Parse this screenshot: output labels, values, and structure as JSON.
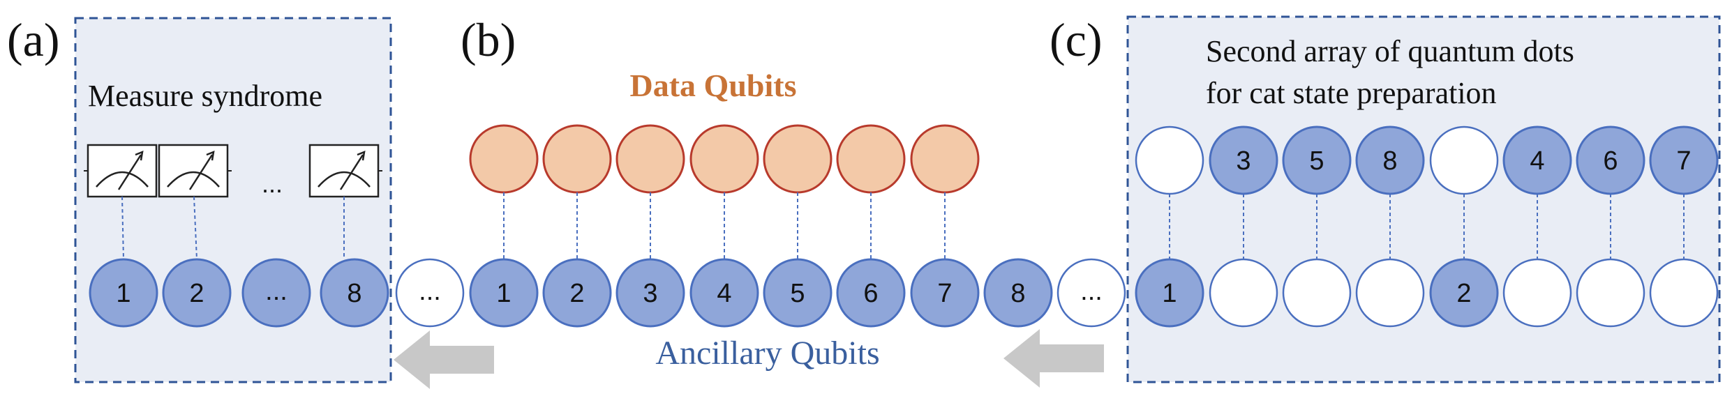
{
  "colors": {
    "panel_fill": "#e9edf5",
    "panel_border": "#2f5496",
    "ancilla_fill": "#8fa6d9",
    "ancilla_stroke": "#4a6fbf",
    "empty_fill": "#ffffff",
    "data_fill": "#f3c9a8",
    "data_stroke": "#b83a2c",
    "link": "#4a6fbf",
    "arrow": "#c8c8c8"
  },
  "panels": {
    "a": {
      "label": "(a)",
      "heading": "Measure syndrome"
    },
    "b": {
      "label": "(b)",
      "data_heading": "Data Qubits",
      "ancilla_heading": "Ancillary Qubits"
    },
    "c": {
      "label": "(c)",
      "heading_line1": "Second array of quantum dots",
      "heading_line2": "for cat state preparation"
    }
  },
  "meters_ellipsis": "...",
  "panel_a_qubits": [
    "1",
    "2",
    "...",
    "8"
  ],
  "ancilla_row_b": [
    "...",
    "1",
    "2",
    "3",
    "4",
    "5",
    "6",
    "7",
    "8",
    "..."
  ],
  "panel_c_top": [
    "",
    "3",
    "5",
    "8",
    "",
    "4",
    "6",
    "7"
  ],
  "panel_c_bottom": [
    "1",
    "",
    "",
    "",
    "2",
    "",
    "",
    ""
  ],
  "icons": [
    "measurement-meter-icon",
    "left-arrow-icon"
  ]
}
